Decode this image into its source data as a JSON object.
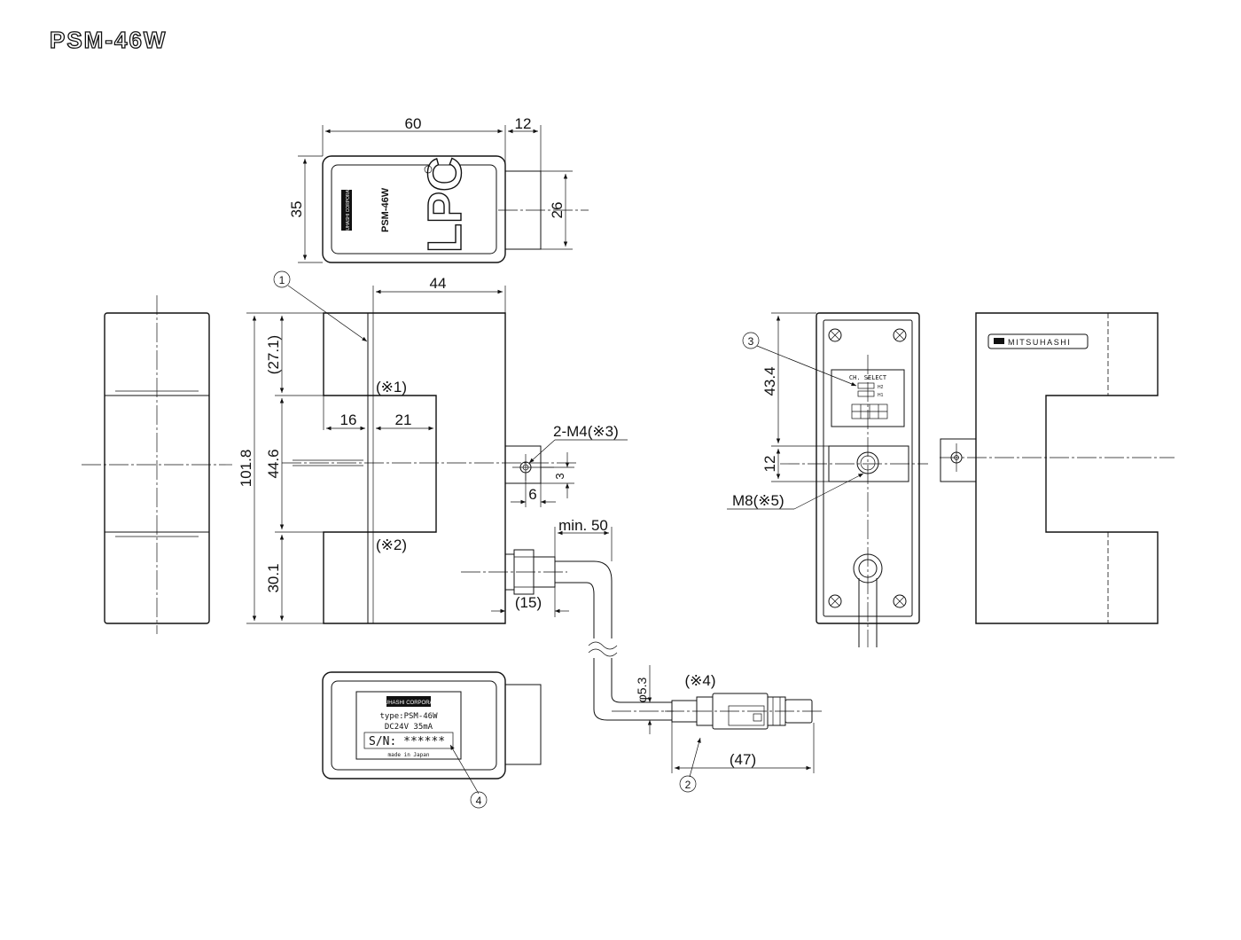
{
  "title": "PSM-46W",
  "top_view": {
    "dims": {
      "width": "60",
      "connector": "12",
      "height": "35",
      "connector_height": "26"
    },
    "label_text": "PSM-46W",
    "logo_text": "LPC",
    "brand_stamp": "MITSUHASHI CORPORATION"
  },
  "front_view": {
    "dims": {
      "depth": "44",
      "upper": "(27.1)",
      "total": "101.8",
      "slot": "44.6",
      "lower": "30.1",
      "left": "16",
      "right": "21",
      "hole_offset": "3",
      "hole_x": "6",
      "cable_min": "min. 50",
      "cable_offset": "(15)"
    },
    "notes": {
      "note1": "(※1)",
      "note2": "(※2)",
      "tap": "2-M4(※3)"
    },
    "callout": "1"
  },
  "back_view": {
    "dims": {
      "upper": "43.4",
      "mount": "12"
    },
    "thread": "M8(※5)",
    "panel_title": "CH. SELECT",
    "panel_rows": [
      "H2",
      "H1"
    ],
    "callout": "3"
  },
  "side_view": {
    "brand": "MITSUHASHI"
  },
  "bottom_view": {
    "brand_plate": "MITSUHASHI CORPORATION",
    "type_line": "type:PSM-46W",
    "power_line": "DC24V 35mA",
    "serial": "S/N: ******",
    "origin": "made in Japan",
    "callout": "4"
  },
  "cable_connector": {
    "dims": {
      "diameter": "φ5.3",
      "length": "(47)"
    },
    "note": "(※4)",
    "callout": "2"
  }
}
